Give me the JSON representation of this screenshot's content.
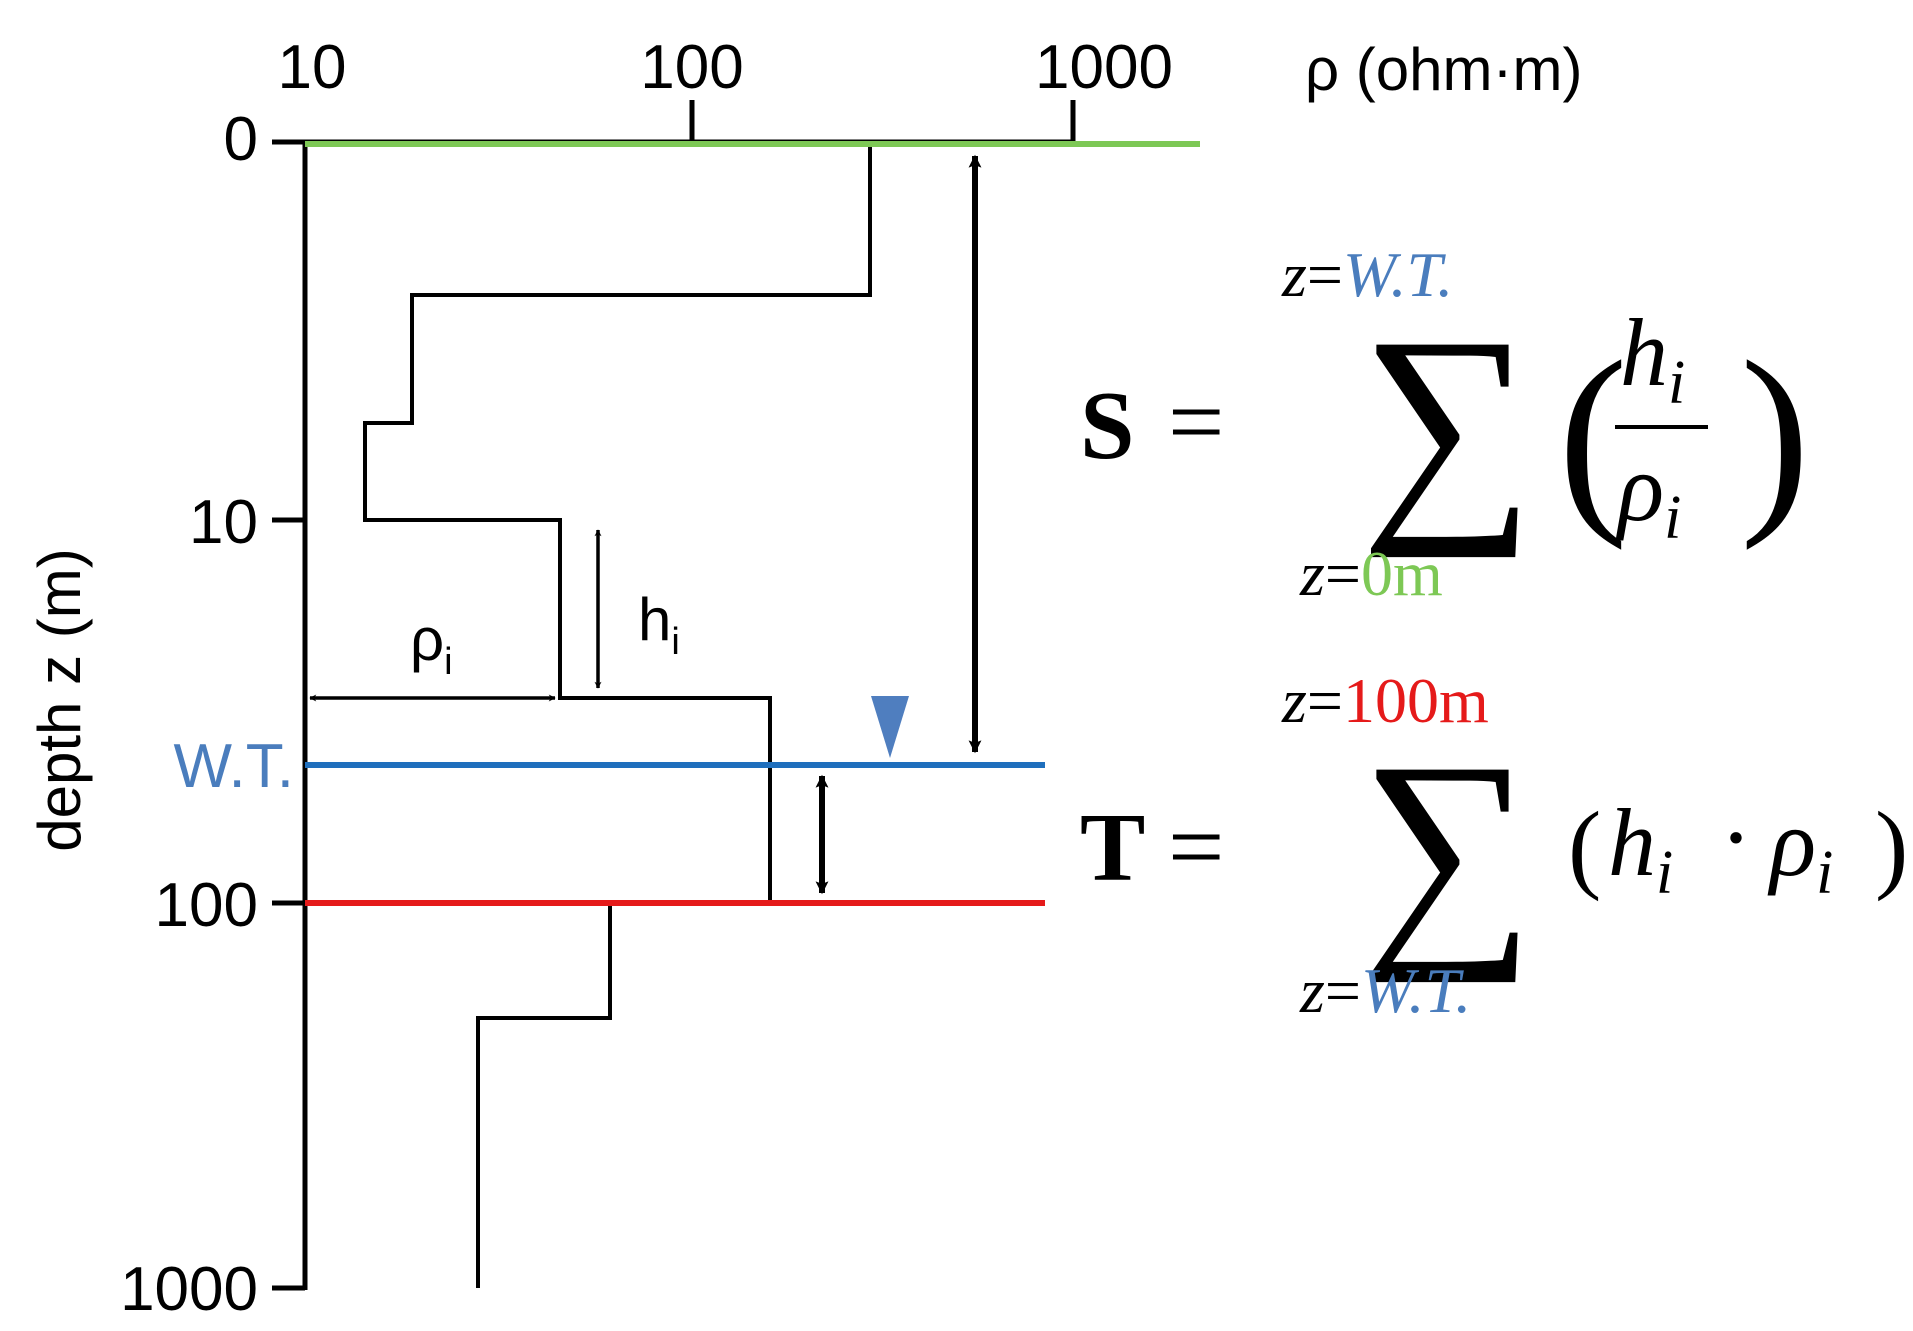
{
  "x_axis": {
    "title": "ρ (ohm·m)",
    "ticks": [
      "10",
      "100",
      "1000"
    ]
  },
  "y_axis": {
    "title": "depth z (m)",
    "ticks": [
      "0",
      "10",
      "W.T.",
      "100",
      "1000"
    ]
  },
  "annotations": {
    "rho_i_base": "ρ",
    "rho_i_sub": "i",
    "h_i_base": "h",
    "h_i_sub": "i"
  },
  "equation_S": {
    "lhs": "S",
    "equals": "=",
    "upper_var": "z",
    "upper_eq": "=",
    "upper_val": "W.T.",
    "lower_var": "z",
    "lower_eq": "=",
    "lower_val": "0m",
    "sigma": "∑",
    "num_base": "h",
    "num_sub": "i",
    "den_base": "ρ",
    "den_sub": "i",
    "lparen": "(",
    "rparen": ")"
  },
  "equation_T": {
    "lhs": "T",
    "equals": "=",
    "upper_var": "z",
    "upper_eq": "=",
    "upper_val": "100m",
    "lower_var": "z",
    "lower_eq": "=",
    "lower_val": "W.T.",
    "sigma": "∑",
    "h_base": "h",
    "h_sub": "i",
    "dot": "·",
    "rho_base": "ρ",
    "rho_sub": "i",
    "lparen": "(",
    "rparen": ")"
  },
  "colors": {
    "surface_line": "#7dc855",
    "water_table": "#1f6fbd",
    "wt_label": "#4a7dbd",
    "depth_100_line": "#e51a1a",
    "triangle": "#4f7ebf",
    "zero_label": "#7dc855",
    "hundred_label": "#e51a1a"
  }
}
